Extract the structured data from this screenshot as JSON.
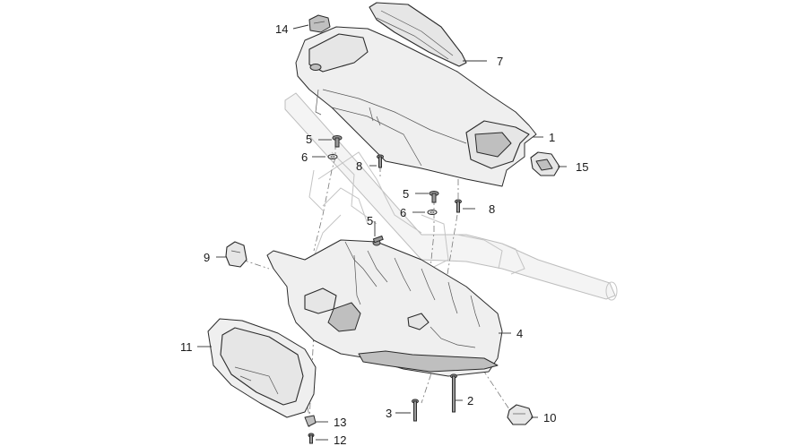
{
  "callouts": [
    {
      "id": "c1",
      "label": "1"
    },
    {
      "id": "c2",
      "label": "2"
    },
    {
      "id": "c3",
      "label": "3"
    },
    {
      "id": "c4",
      "label": "4"
    },
    {
      "id": "c5a",
      "label": "5"
    },
    {
      "id": "c5b",
      "label": "5"
    },
    {
      "id": "c5c",
      "label": "5"
    },
    {
      "id": "c6a",
      "label": "6"
    },
    {
      "id": "c6b",
      "label": "6"
    },
    {
      "id": "c7",
      "label": "7"
    },
    {
      "id": "c8a",
      "label": "8"
    },
    {
      "id": "c8b",
      "label": "8"
    },
    {
      "id": "c9",
      "label": "9"
    },
    {
      "id": "c10",
      "label": "10"
    },
    {
      "id": "c11",
      "label": "11"
    },
    {
      "id": "c12",
      "label": "12"
    },
    {
      "id": "c13",
      "label": "13"
    },
    {
      "id": "c14",
      "label": "14"
    },
    {
      "id": "c15",
      "label": "15"
    }
  ]
}
